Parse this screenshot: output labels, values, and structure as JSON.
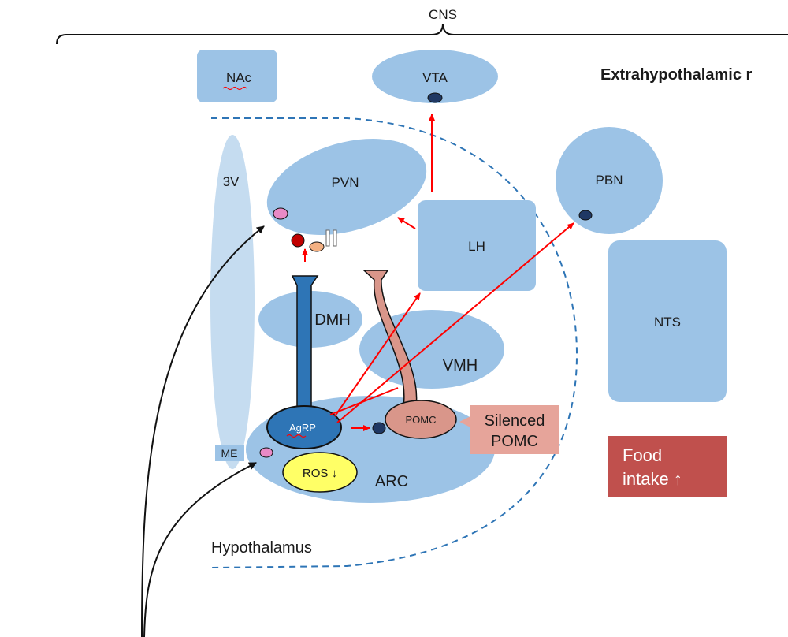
{
  "labels": {
    "cns": "CNS",
    "extrahypothalamic": "Extrahypothalamic r",
    "nac": "NAc",
    "vta": "VTA",
    "pvn": "PVN",
    "third_ventricle": "3V",
    "pbn": "PBN",
    "lh": "LH",
    "nts": "NTS",
    "dmh": "DMH",
    "vmh": "VMH",
    "agrp": "AgRP",
    "pomc": "POMC",
    "me": "ME",
    "ros": "ROS ↓",
    "arc": "ARC",
    "hypothalamus": "Hypothalamus",
    "silenced_pomc_line1": "Silenced",
    "silenced_pomc_line2": "POMC",
    "food_intake_line1": "Food",
    "food_intake_line2": "intake ↑"
  },
  "colors": {
    "region_fill": "#9cc3e6",
    "ventricle_fill": "#c5dcf0",
    "agrp_fill": "#2e75b6",
    "pomc_fill": "#d9968a",
    "silenced_fill": "#e6a49a",
    "food_intake_fill": "#c0504d",
    "ros_fill": "#ffff66",
    "arrow_red": "#ff0000",
    "boundary_dash": "#2e75b6"
  }
}
